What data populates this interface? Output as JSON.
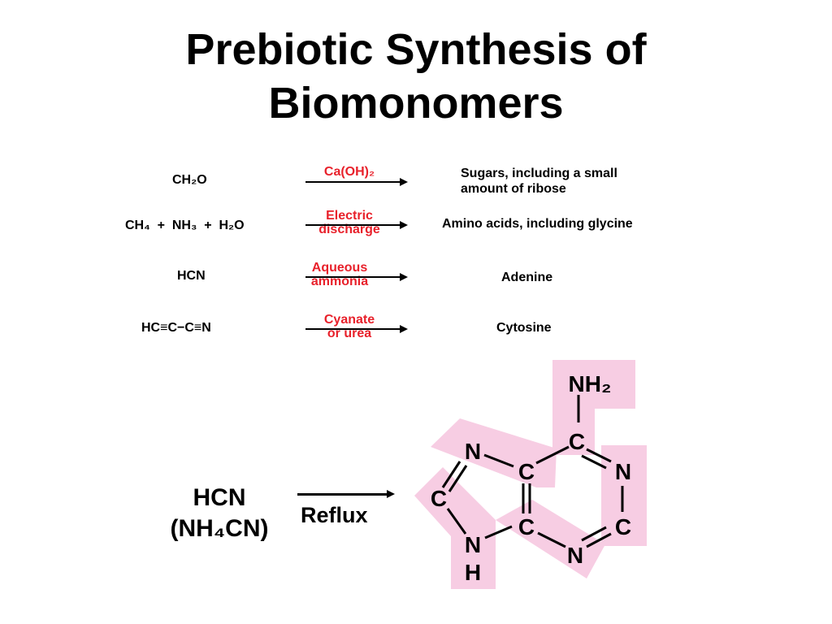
{
  "title": {
    "line1": "Prebiotic Synthesis of",
    "line2": "Biomonomers"
  },
  "reactions": [
    {
      "reactant": "CH₂O",
      "reagent_line1": "Ca(OH)₂",
      "reagent_line2": "",
      "product_line1": "Sugars, including a small",
      "product_line2": "amount of ribose"
    },
    {
      "reactant": "CH₄  +  NH₃  +  H₂O",
      "reagent_line1": "Electric",
      "reagent_line2": "discharge",
      "product_line1": "Amino acids, including glycine",
      "product_line2": ""
    },
    {
      "reactant": "HCN",
      "reagent_line1": "Aqueous",
      "reagent_line2": "ammonia",
      "product_line1": "Adenine",
      "product_line2": ""
    },
    {
      "reactant": "HC≡C−C≡N",
      "reagent_line1": "Cyanate",
      "reagent_line2": "or urea",
      "product_line1": "Cytosine",
      "product_line2": ""
    }
  ],
  "adenine_scheme": {
    "reactant_line1": "HCN",
    "reactant_line2": "(NH₄CN)",
    "condition": "Reflux",
    "highlight_color": "#f7cde3",
    "atoms": {
      "nh2": "NH₂",
      "c6": "C",
      "n1": "N",
      "c2": "C",
      "n3": "N",
      "c4": "C",
      "c5": "C",
      "n7": "N",
      "c8": "C",
      "n9": "N",
      "h9": "H"
    }
  },
  "colors": {
    "reagent": "#e8212b",
    "text": "#000000"
  }
}
